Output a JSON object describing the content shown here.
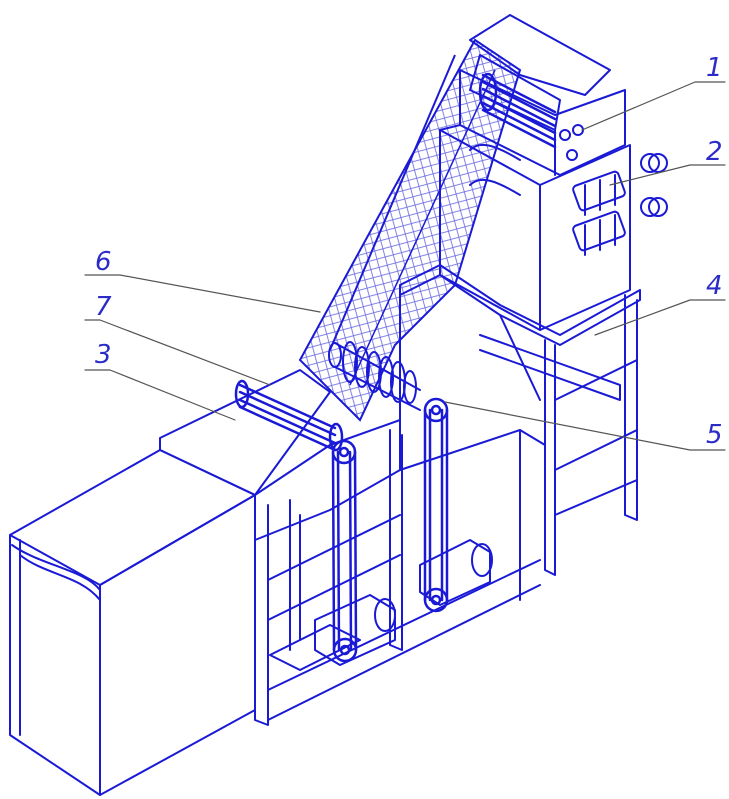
{
  "drawing": {
    "stroke_color": "#1a1ad6",
    "mesh_color": "#6a6ae0",
    "leader_color": "#555555",
    "label_color": "#2b2bc8",
    "callouts": [
      {
        "label": "1"
      },
      {
        "label": "2"
      },
      {
        "label": "4"
      },
      {
        "label": "6"
      },
      {
        "label": "7"
      },
      {
        "label": "3"
      },
      {
        "label": "5"
      }
    ]
  }
}
